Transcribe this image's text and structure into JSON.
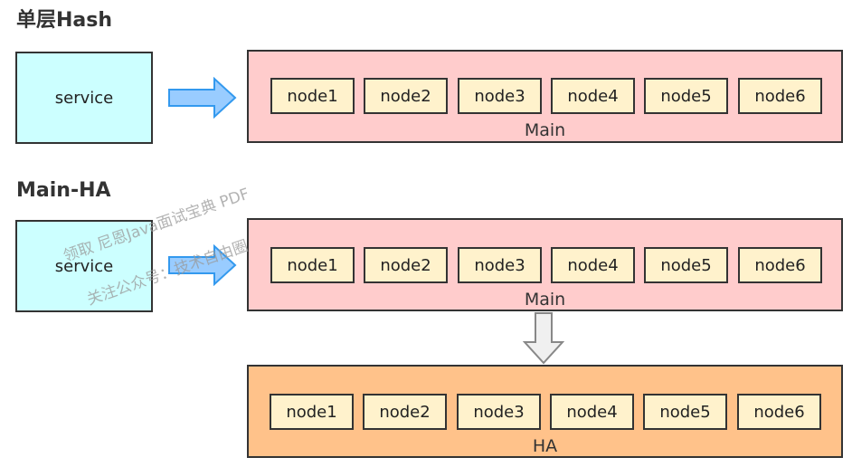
{
  "colors": {
    "service_fill": "#ccffff",
    "arrow_fill": "#99ccff",
    "arrow_stroke": "#3399ee",
    "main_fill": "#ffcccc",
    "ha_fill": "#ffc28a",
    "node_fill": "#fff2cc",
    "border": "#333333",
    "down_arrow_fill": "#f0f0f0",
    "down_arrow_stroke": "#888888"
  },
  "section1": {
    "title": "单层Hash",
    "service_label": "service",
    "container": {
      "label": "Main",
      "nodes": [
        "node1",
        "node2",
        "node3",
        "node4",
        "node5",
        "node6"
      ]
    }
  },
  "section2": {
    "title": "Main-HA",
    "service_label": "service",
    "main": {
      "label": "Main",
      "nodes": [
        "node1",
        "node2",
        "node3",
        "node4",
        "node5",
        "node6"
      ]
    },
    "ha": {
      "label": "HA",
      "nodes": [
        "node1",
        "node2",
        "node3",
        "node4",
        "node5",
        "node6"
      ]
    }
  },
  "watermark": {
    "line1": "领取 尼恩Java面试宝典 PDF",
    "line2": "关注公众号：技术自由圈"
  }
}
